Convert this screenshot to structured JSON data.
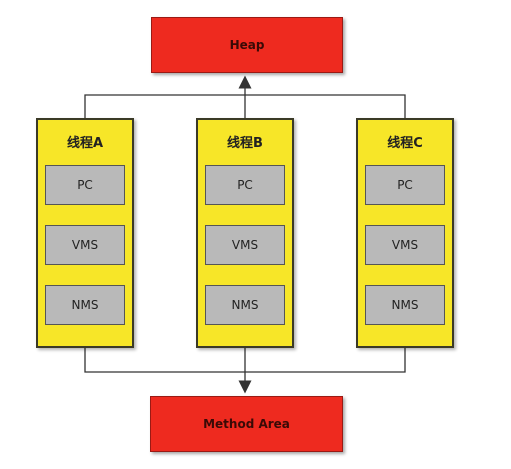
{
  "heap_label": "Heap",
  "method_area_label": "Method Area",
  "threads": [
    {
      "title": "线程A",
      "slots": [
        "PC",
        "VMS",
        "NMS"
      ]
    },
    {
      "title": "线程B",
      "slots": [
        "PC",
        "VMS",
        "NMS"
      ]
    },
    {
      "title": "线程C",
      "slots": [
        "PC",
        "VMS",
        "NMS"
      ]
    }
  ],
  "colors": {
    "shared_area_fill": "#ee2a1f",
    "thread_fill": "#f7e628",
    "slot_fill": "#b9b9b9",
    "connector": "#333333"
  }
}
